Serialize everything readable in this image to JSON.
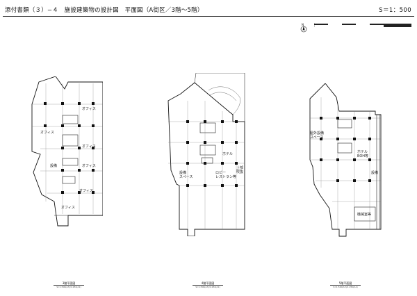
{
  "header": {
    "title": "添付書類（３）−４　施設建築物の設計図　平面図（A街区／3階〜5階）",
    "scale": "S＝1：500"
  },
  "north_symbol": "north-arrow-icon",
  "plans": [
    {
      "caption": "3階平面図",
      "sub": "S=1:500(A3)/1:250(A1)",
      "labels": [
        "オフィス",
        "オフィス",
        "オフィス",
        "オフィス",
        "オフィス",
        "設備",
        "オフィス"
      ]
    },
    {
      "caption": "4階平面図",
      "sub": "S=1:500(A3)/1:250(A1)",
      "labels": [
        "ホテル",
        "設備\nスペース",
        "ロビー\nレストラン等",
        "上部\n吹抜"
      ]
    },
    {
      "caption": "5階平面図",
      "sub": "S=1:500(A3)/1:250(A1)",
      "labels": [
        "ホテル\nBOH等",
        "屋外設備\nスペース",
        "機械室等",
        "設備"
      ]
    }
  ]
}
